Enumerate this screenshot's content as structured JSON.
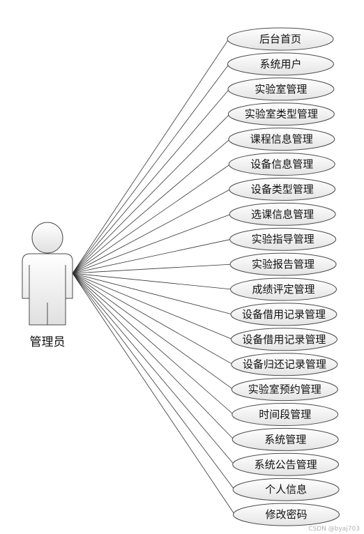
{
  "actor": {
    "label": "管理员",
    "icon": "actor-stick-figure-icon"
  },
  "use_cases": [
    "后台首页",
    "系统用户",
    "实验室管理",
    "实验室类型管理",
    "课程信息管理",
    "设备信息管理",
    "设备类型管理",
    "选课信息管理",
    "实验指导管理",
    "实验报告管理",
    "成绩评定管理",
    "设备借用记录管理",
    "设备借用记录管理",
    "设备归还记录管理",
    "实验室预约管理",
    "时间段管理",
    "系统管理",
    "系统公告管理",
    "个人信息",
    "修改密码"
  ],
  "watermark": "CSDN @byaj703",
  "colors": {
    "ellipse_fill_top": "#ffffff",
    "ellipse_fill_bottom": "#e6e6e6",
    "stroke": "#4a4a4a",
    "line": "#333333"
  }
}
